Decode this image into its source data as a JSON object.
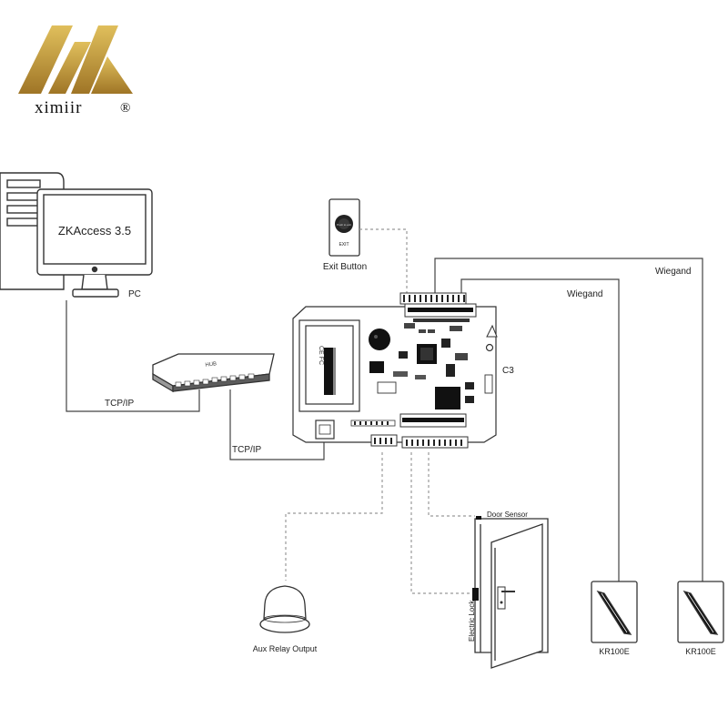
{
  "brand": {
    "name": "ximiir",
    "mark": "®",
    "gold": "#c9a23a",
    "gold_dark": "#a9802a"
  },
  "diagram": {
    "pc": {
      "screen_text": "ZKAccess 3.5",
      "label": "PC"
    },
    "switch": {
      "brand_text": "HUB"
    },
    "links": {
      "tcpip_left": "TCP/IP",
      "tcpip_right": "TCP/IP",
      "wiegand_1": "Wiegand",
      "wiegand_2": "Wiegand"
    },
    "exit_button": {
      "label": "Exit Button",
      "plate_text": "EXIT",
      "button_text": "Push to exit"
    },
    "controller": {
      "label": "C3"
    },
    "door": {
      "sensor_label": "Door Sensor",
      "lock_label": "Electric Lock"
    },
    "aux": {
      "label": "Aux Relay Output"
    },
    "readers": [
      {
        "label": "KR100E"
      },
      {
        "label": "KR100E"
      }
    ]
  }
}
